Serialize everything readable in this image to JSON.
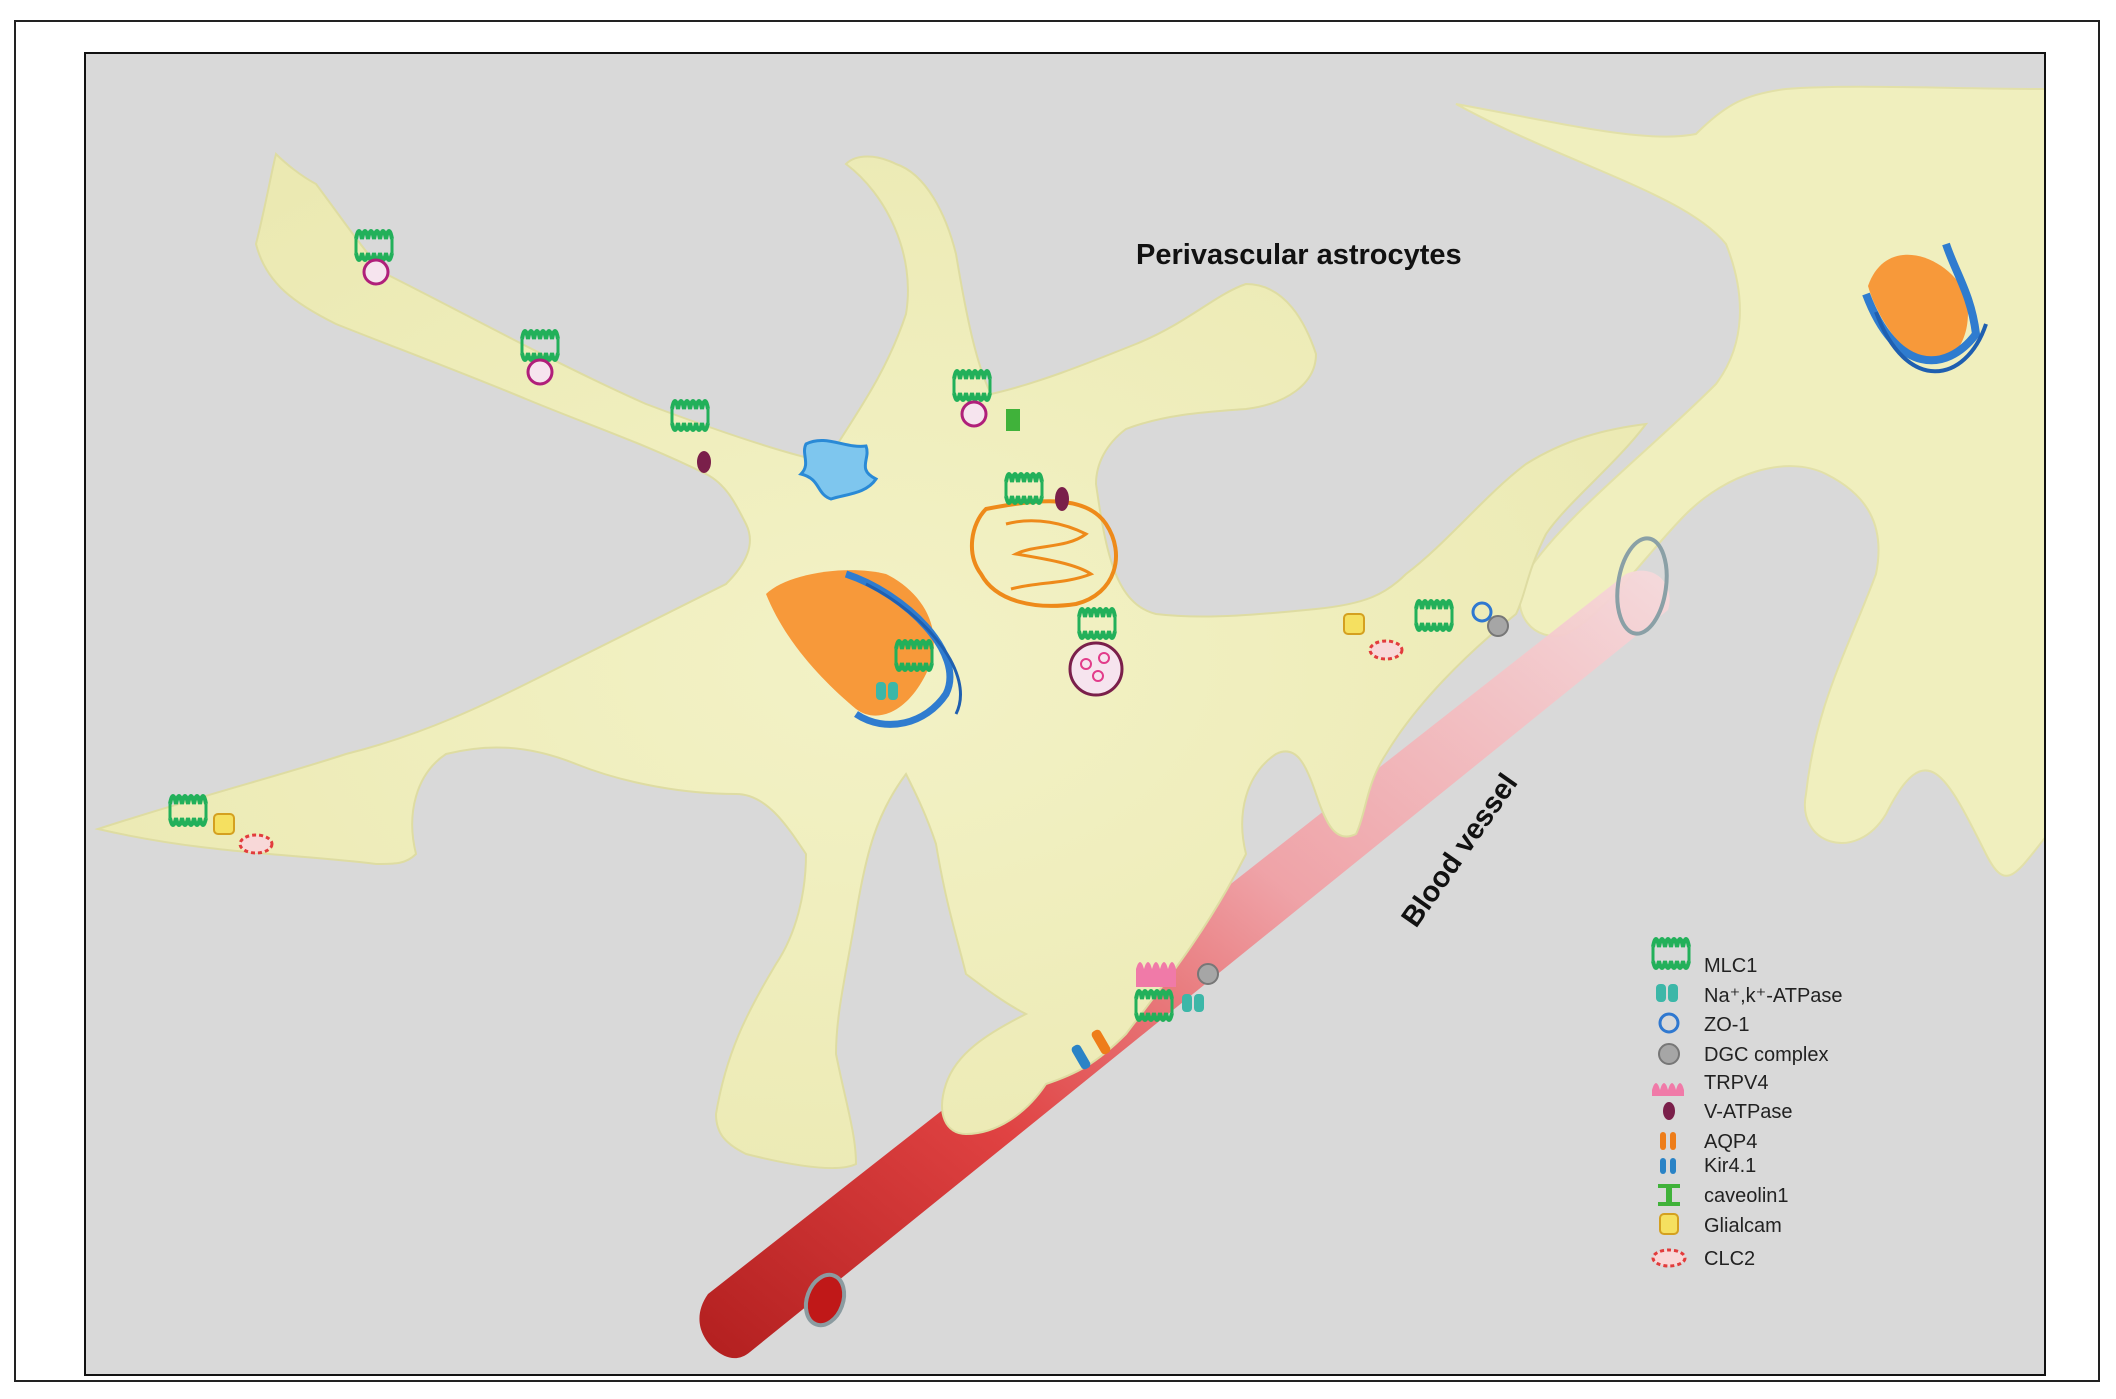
{
  "title": "Perivascular astrocytes",
  "vessel_label": "Blood vessel",
  "legend": [
    {
      "key": "mlc1",
      "label": "MLC1",
      "icon": "mlc1-icon"
    },
    {
      "key": "nak",
      "label": "Na⁺,k⁺-ATPase",
      "icon": "na-k-atpase-icon"
    },
    {
      "key": "zo1",
      "label": "ZO-1",
      "icon": "zo1-icon"
    },
    {
      "key": "dgc",
      "label": "DGC complex",
      "icon": "dgc-complex-icon"
    },
    {
      "key": "trpv4",
      "label": "TRPV4",
      "icon": "trpv4-icon"
    },
    {
      "key": "vatp",
      "label": "V-ATPase",
      "icon": "v-atpase-icon"
    },
    {
      "key": "aqp4",
      "label": "AQP4",
      "icon": "aqp4-icon"
    },
    {
      "key": "kir",
      "label": "Kir4.1",
      "icon": "kir41-icon"
    },
    {
      "key": "cav",
      "label": "caveolin1",
      "icon": "caveolin1-icon"
    },
    {
      "key": "glial",
      "label": "Glialcam",
      "icon": "glialcam-icon"
    },
    {
      "key": "clc2",
      "label": "CLC2",
      "icon": "clc2-icon"
    }
  ],
  "colors": {
    "background": "#d9d9d9",
    "astrocyte": "#f3f2c4",
    "nucleus": "#f7993a",
    "mlc1": "#22b05a",
    "na_k_atpase": "#3cb7a8",
    "zo1": "#2f78d0",
    "dgc": "#a6a6a6",
    "trpv4": "#f07aa8",
    "v_atpase": "#7a1f4a",
    "aqp4": "#ee7d1a",
    "kir41": "#2a83c6",
    "caveolin1": "#40b23a",
    "glialcam": "#f5e060",
    "clc2": "#e23c3c",
    "vessel": "#d42a2a"
  }
}
